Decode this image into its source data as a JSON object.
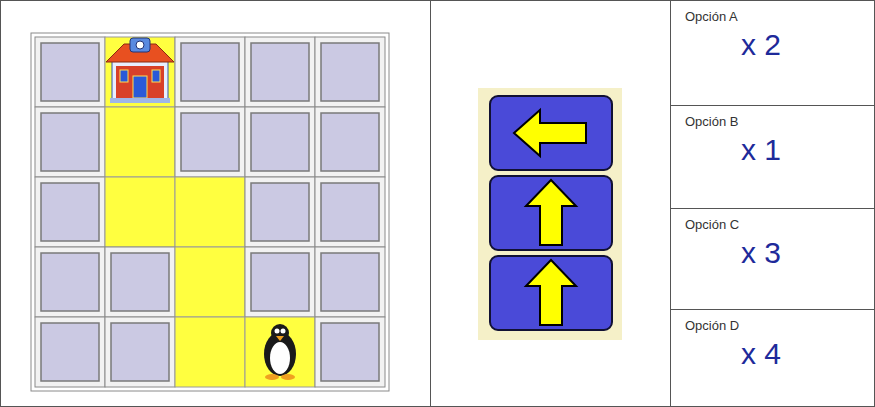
{
  "diagram": {
    "nodes": [
      {
        "text": [
          "Opción A",
          "x 2"
        ]
      },
      {
        "text": [
          "Opción B",
          "x 1"
        ]
      },
      {
        "text": [
          "Opción C",
          "x 3"
        ]
      },
      {
        "text": [
          "Opción D",
          "x 4"
        ]
      }
    ]
  }
}
